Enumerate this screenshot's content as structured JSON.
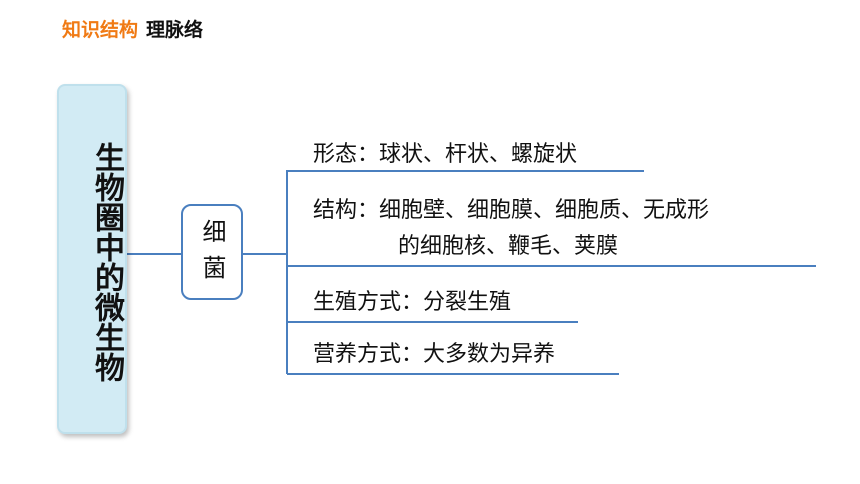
{
  "header": {
    "tag": "知识结构",
    "subtitle": "理脉络"
  },
  "diagram": {
    "root": "生物圈中的微生物",
    "node": "细菌",
    "branches": [
      {
        "text": "形态：球状、杆状、螺旋状"
      },
      {
        "text": "结构：细胞壁、细胞膜、细胞质、无成形",
        "text2": "的细胞核、鞭毛、荚膜"
      },
      {
        "text": "生殖方式：分裂生殖"
      },
      {
        "text": "营养方式：大多数为异养"
      }
    ]
  },
  "colors": {
    "accent": "#f07a14",
    "line": "#4a7fbf",
    "root_fill": "#d2ebf4"
  }
}
